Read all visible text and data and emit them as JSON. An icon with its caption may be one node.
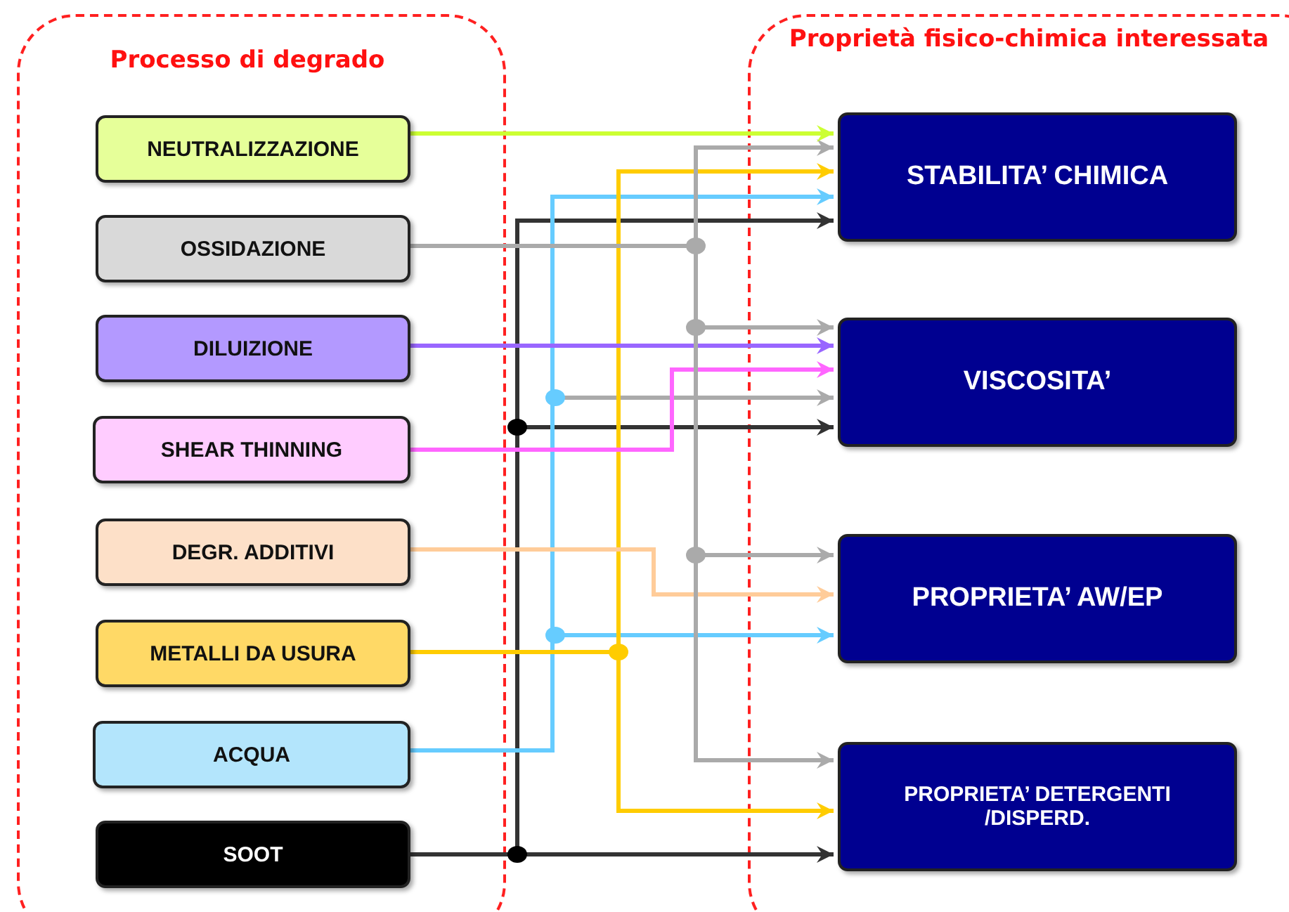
{
  "diagram": {
    "nodes": [
      {
        "text": [
          "Processo di degrado"
        ]
      },
      {
        "text": [
          "NEUTRALIZZAZIONE"
        ],
        "in": 0
      },
      {
        "text": [
          "OSSIDAZIONE"
        ],
        "in": 0
      },
      {
        "text": [
          "DILUIZIONE"
        ],
        "in": 0
      },
      {
        "text": [
          "SHEAR THINNING"
        ],
        "in": 0
      },
      {
        "text": [
          "DEGR. ADDITIVI"
        ],
        "in": 0
      },
      {
        "text": [
          "METALLI DA USURA"
        ],
        "in": 0
      },
      {
        "text": [
          "ACQUA"
        ],
        "in": 0
      },
      {
        "text": [
          "SOOT"
        ],
        "in": 0
      },
      {
        "text": [
          "Proprietà fisico-chimica interessata"
        ]
      },
      {
        "text": [
          "STABILITA’ CHIMICA"
        ],
        "in": 9
      },
      {
        "text": [
          "VISCOSITA’"
        ],
        "in": 9
      },
      {
        "text": [
          "PROPRIETA’ AW/EP"
        ],
        "in": 9
      },
      {
        "text": [
          "PROPRIETA’ DETERGENTI /DISPERD."
        ],
        "in": 9
      }
    ],
    "edges": [
      {
        "from": 1,
        "to": 10,
        "arrow": "to",
        "color": "#ccff33"
      },
      {
        "from": 2,
        "to": 10,
        "arrow": "to",
        "color": "#aaaaaa"
      },
      {
        "from": 2,
        "to": 11,
        "arrow": "to",
        "color": "#aaaaaa"
      },
      {
        "from": 2,
        "to": 12,
        "arrow": "to",
        "color": "#aaaaaa"
      },
      {
        "from": 2,
        "to": 13,
        "arrow": "to",
        "color": "#aaaaaa"
      },
      {
        "from": 3,
        "to": 11,
        "arrow": "to",
        "color": "#9966ff"
      },
      {
        "from": 4,
        "to": 11,
        "arrow": "to",
        "color": "#ff66ff"
      },
      {
        "from": 5,
        "to": 12,
        "arrow": "to",
        "color": "#ffcc99"
      },
      {
        "from": 6,
        "to": 10,
        "arrow": "to",
        "color": "#ffcc00"
      },
      {
        "from": 6,
        "to": 13,
        "arrow": "to",
        "color": "#ffcc00"
      },
      {
        "from": 7,
        "to": 10,
        "arrow": "to",
        "color": "#66ccff"
      },
      {
        "from": 7,
        "to": 11,
        "arrow": "to",
        "color": "#aaaaaa"
      },
      {
        "from": 7,
        "to": 12,
        "arrow": "to",
        "color": "#66ccff"
      },
      {
        "from": 8,
        "to": 10,
        "arrow": "to",
        "color": "#333333"
      },
      {
        "from": 8,
        "to": 11,
        "arrow": "to",
        "color": "#333333"
      },
      {
        "from": 8,
        "to": 13,
        "arrow": "to",
        "color": "#333333"
      }
    ]
  }
}
